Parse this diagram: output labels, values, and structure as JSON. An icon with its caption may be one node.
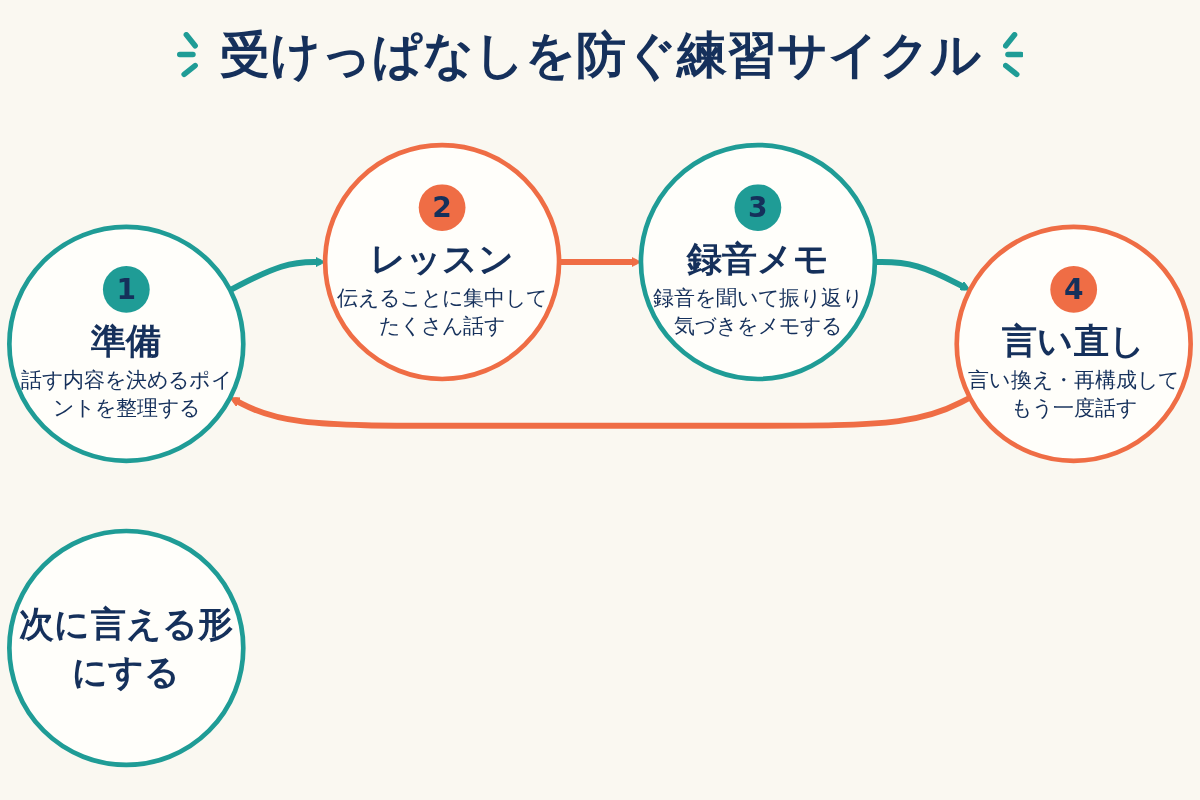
{
  "diagram": {
    "title": "受けっぱなしを防ぐ練習サイクル",
    "nodes": [
      {
        "text": [
          "1",
          "準備",
          "話す内容を決めるポイントを整理する"
        ]
      },
      {
        "text": [
          "2",
          "レッスン",
          "伝えることに集中してたくさん話す"
        ]
      },
      {
        "text": [
          "3",
          "録音メモ",
          "録音を聞いて振り返り気づきをメモする"
        ]
      },
      {
        "text": [
          "4",
          "言い直し",
          "言い換え・再構成してもう一度話す"
        ]
      },
      {
        "text": [
          "次に言える形にする"
        ]
      }
    ],
    "edges": [
      {
        "from": 0,
        "to": 1,
        "arrow": "to",
        "color": "#1f9c96"
      },
      {
        "from": 1,
        "to": 2,
        "arrow": "to",
        "color": "#ef6d45"
      },
      {
        "from": 2,
        "to": 3,
        "arrow": "to",
        "color": "#1f9c96"
      },
      {
        "from": 3,
        "to": 0,
        "arrow": "to",
        "color": "#ef6d45"
      }
    ]
  }
}
